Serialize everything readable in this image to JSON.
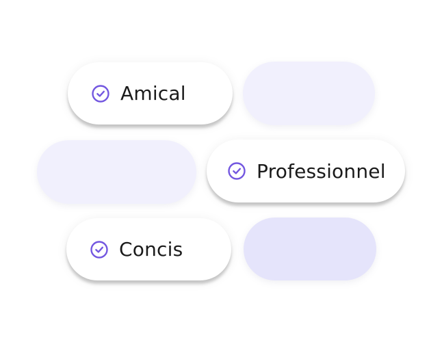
{
  "colors": {
    "accent": "#7357e0",
    "chip_background": "#ffffff",
    "placeholder_light": "#f1f0fd",
    "placeholder_medium": "#e5e4fb"
  },
  "chips": [
    {
      "label": "Amical",
      "icon": "check-circle-icon"
    },
    {
      "label": "Professionnel",
      "icon": "check-circle-icon"
    },
    {
      "label": "Concis",
      "icon": "check-circle-icon"
    }
  ],
  "placeholders": [
    {
      "shade": "placeholder_light"
    },
    {
      "shade": "placeholder_light"
    },
    {
      "shade": "placeholder_medium"
    }
  ]
}
